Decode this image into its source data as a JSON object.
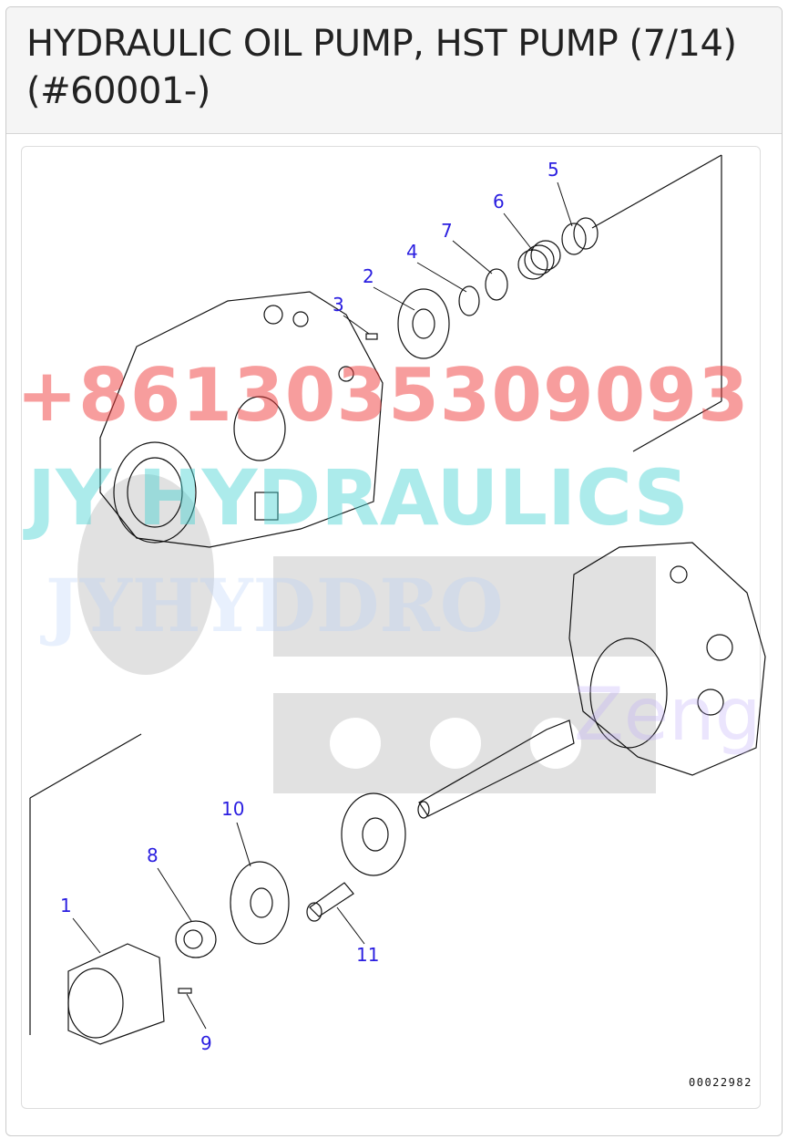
{
  "header": {
    "title": "HYDRAULIC OIL PUMP, HST PUMP (7/14) (#60001-)"
  },
  "diagram": {
    "callouts": [
      "1",
      "2",
      "3",
      "4",
      "5",
      "6",
      "7",
      "8",
      "9",
      "10",
      "11"
    ],
    "drawing_code": "00022982"
  },
  "watermarks": {
    "phone": "+8613035309093",
    "brand": "JY HYDRAULICS",
    "faint_left": "JYHYDDRO",
    "faint_right": "Zeng"
  },
  "colors": {
    "callout": "#2a1ee0",
    "phone_watermark": "#f03c3c",
    "brand_watermark": "#46d2d2"
  }
}
